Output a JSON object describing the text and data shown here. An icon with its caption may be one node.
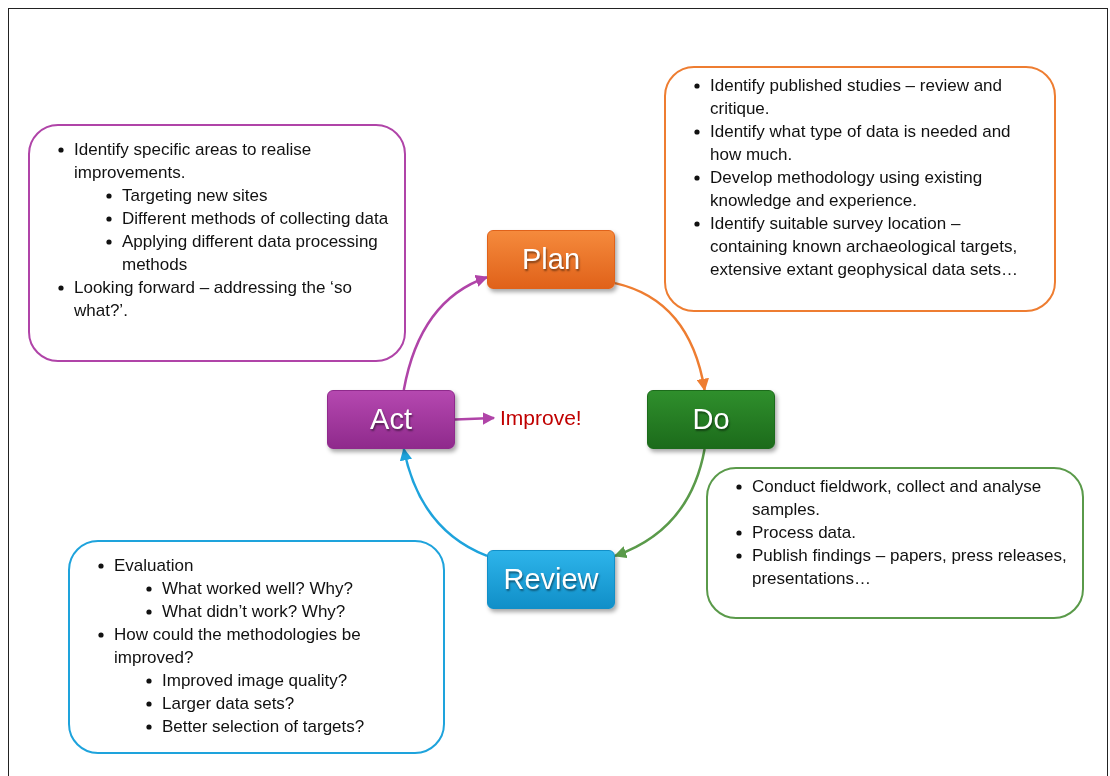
{
  "diagram": {
    "nodes": [
      {
        "text": [
          "Identify specific areas to realise improvements.",
          "Targeting new sites",
          "Different methods of collecting data",
          "Applying different data processing methods",
          "Looking forward – addressing the ‘so what?’."
        ]
      },
      {
        "text": [
          "Plan"
        ]
      },
      {
        "text": [
          "Identify published studies – review and critique.",
          "Identify what type of data is needed and how much.",
          "Develop methodology using existing knowledge and experience.",
          "Identify suitable survey location – containing known archaeological targets, extensive extant geophysical data sets…"
        ]
      },
      {
        "text": [
          "Act"
        ]
      },
      {
        "text": [
          "Improve!"
        ]
      },
      {
        "text": [
          "Do"
        ]
      },
      {
        "text": [
          "Conduct fieldwork, collect and analyse samples.",
          "Process data.",
          "Publish findings – papers, press releases, presentations…"
        ]
      },
      {
        "text": [
          "Review"
        ]
      },
      {
        "text": [
          "Evaluation",
          "What worked well? Why?",
          "What didn’t work? Why?",
          "How could the methodologies be improved?",
          "Improved image quality?",
          "Larger data sets?",
          "Better selection of targets?"
        ]
      }
    ],
    "edges": [
      {
        "from": 1,
        "to": 5,
        "arrow": "to",
        "color": "#ee7d31"
      },
      {
        "from": 5,
        "to": 7,
        "arrow": "to",
        "color": "#5a9a4a"
      },
      {
        "from": 7,
        "to": 3,
        "arrow": "to",
        "color": "#1ea3dc"
      },
      {
        "from": 3,
        "to": 1,
        "arrow": "to",
        "color": "#b044a8"
      },
      {
        "from": 3,
        "to": 4,
        "arrow": "to",
        "color": "#b044a8"
      }
    ]
  }
}
